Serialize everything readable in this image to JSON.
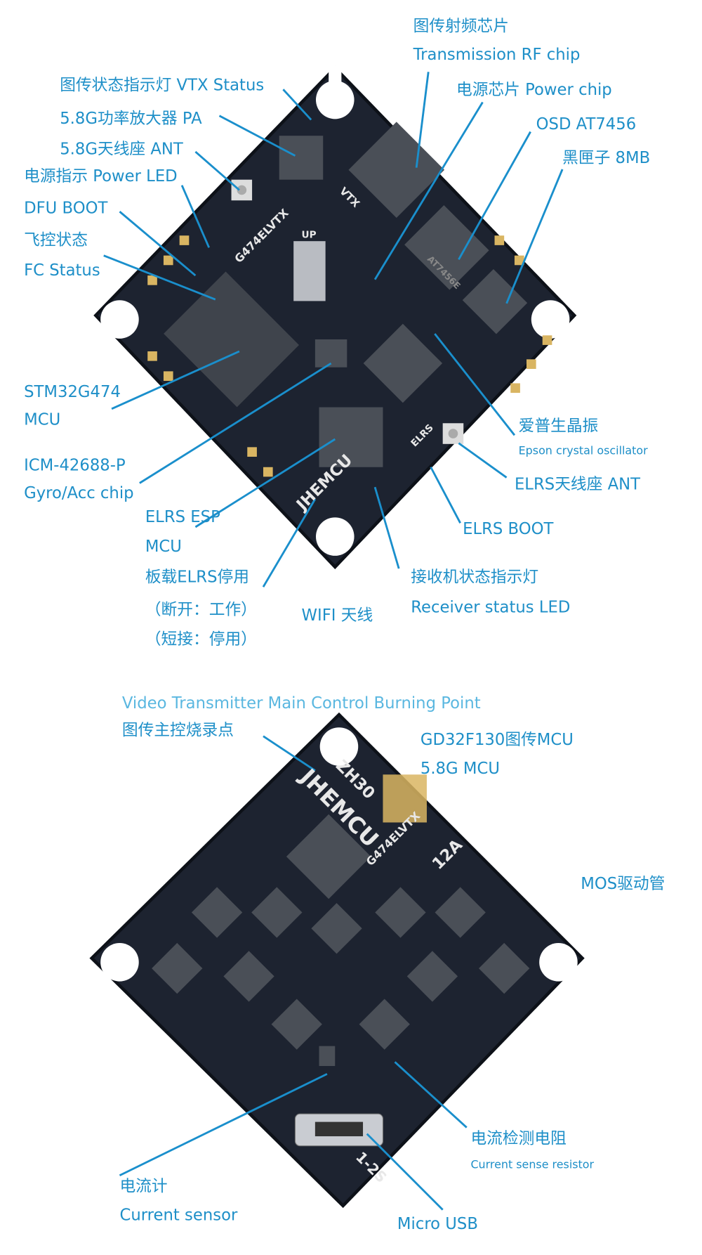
{
  "colors": {
    "label": "#1e8fc8",
    "leader": "#1a8fcc",
    "board": "#1d2330",
    "pad": "#d9b562",
    "chip": "#4a4f57"
  },
  "top_board": {
    "labels": {
      "rf_chip_cn": "图传射频芯片",
      "rf_chip_en": "Transmission RF chip",
      "vtx_status": "图传状态指示灯 VTX Status",
      "power_chip": "电源芯片 Power chip",
      "pa": "5.8G功率放大器 PA",
      "osd": "OSD AT7456",
      "vtx_ant": "5.8G天线座 ANT",
      "blackbox": "黑匣子 8MB",
      "power_led": "电源指示 Power LED",
      "dfu_boot": "DFU BOOT",
      "fc_status_cn": "飞控状态",
      "fc_status_en": "FC Status",
      "mcu_name": "STM32G474",
      "mcu": "MCU",
      "crystal_cn": "爱普生晶振",
      "crystal_en": "Epson crystal oscillator",
      "gyro_name": "ICM-42688-P",
      "gyro": "Gyro/Acc chip",
      "elrs_ant": "ELRS天线座 ANT",
      "elrs_esp": "ELRS ESP",
      "elrs_mcu": "MCU",
      "elrs_boot": "ELRS BOOT",
      "onboard_elrs": "板载ELRS停用",
      "open_state": "（断开：工作）",
      "short_state": "（短接：停用）",
      "rx_led_cn": "接收机状态指示灯",
      "rx_led_en": "Receiver status LED",
      "wifi": "WIFI 天线"
    },
    "silkscreen": {
      "model": "G474ELVTX",
      "brand": "JHEMCU",
      "vtx": "VTX",
      "up": "UP",
      "osd_chip": "AT7456E",
      "elrs": "ELRS"
    }
  },
  "bottom_board": {
    "labels": {
      "burn_point_en": "Video Transmitter Main Control Burning Point",
      "burn_point_cn": "图传主控烧录点",
      "vtx_mcu_cn": "GD32F130图传MCU",
      "vtx_mcu_en": "5.8G MCU",
      "mos": "MOS驱动管",
      "sense_res_cn": "电流检测电阻",
      "sense_res_en": "Current sense resistor",
      "current_meter_cn": "电流计",
      "current_meter_en": "Current sensor",
      "usb": "Micro USB"
    },
    "silkscreen": {
      "brand": "JHEMCU",
      "model": "ZH30",
      "sub": "G474ELVTX",
      "amps": "12A",
      "cells": "1-2S"
    }
  }
}
